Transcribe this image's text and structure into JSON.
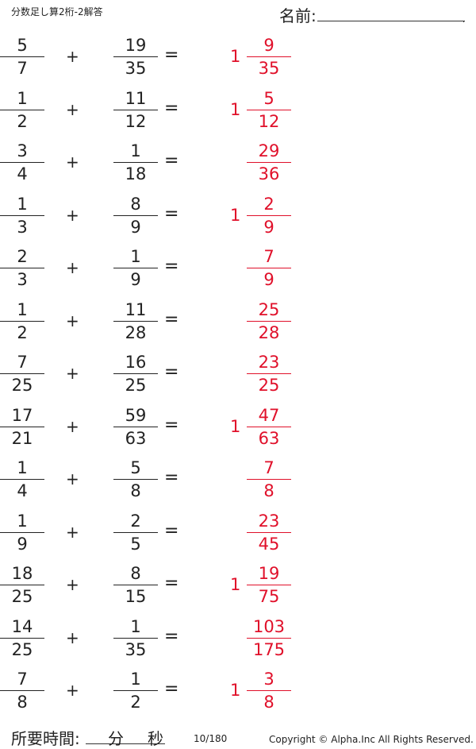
{
  "header": {
    "title": "分数足し算2桁-2解答",
    "name_label": "名前:",
    "name_dot": "."
  },
  "problems": [
    {
      "a_num": "5",
      "a_den": "7",
      "b_num": "19",
      "b_den": "35",
      "whole": "1",
      "r_num": "9",
      "r_den": "35"
    },
    {
      "a_num": "1",
      "a_den": "2",
      "b_num": "11",
      "b_den": "12",
      "whole": "1",
      "r_num": "5",
      "r_den": "12"
    },
    {
      "a_num": "3",
      "a_den": "4",
      "b_num": "1",
      "b_den": "18",
      "whole": "",
      "r_num": "29",
      "r_den": "36"
    },
    {
      "a_num": "1",
      "a_den": "3",
      "b_num": "8",
      "b_den": "9",
      "whole": "1",
      "r_num": "2",
      "r_den": "9"
    },
    {
      "a_num": "2",
      "a_den": "3",
      "b_num": "1",
      "b_den": "9",
      "whole": "",
      "r_num": "7",
      "r_den": "9"
    },
    {
      "a_num": "1",
      "a_den": "2",
      "b_num": "11",
      "b_den": "28",
      "whole": "",
      "r_num": "25",
      "r_den": "28"
    },
    {
      "a_num": "7",
      "a_den": "25",
      "b_num": "16",
      "b_den": "25",
      "whole": "",
      "r_num": "23",
      "r_den": "25"
    },
    {
      "a_num": "17",
      "a_den": "21",
      "b_num": "59",
      "b_den": "63",
      "whole": "1",
      "r_num": "47",
      "r_den": "63"
    },
    {
      "a_num": "1",
      "a_den": "4",
      "b_num": "5",
      "b_den": "8",
      "whole": "",
      "r_num": "7",
      "r_den": "8"
    },
    {
      "a_num": "1",
      "a_den": "9",
      "b_num": "2",
      "b_den": "5",
      "whole": "",
      "r_num": "23",
      "r_den": "45"
    },
    {
      "a_num": "18",
      "a_den": "25",
      "b_num": "8",
      "b_den": "15",
      "whole": "1",
      "r_num": "19",
      "r_den": "75"
    },
    {
      "a_num": "14",
      "a_den": "25",
      "b_num": "1",
      "b_den": "35",
      "whole": "",
      "r_num": "103",
      "r_den": "175"
    },
    {
      "a_num": "7",
      "a_den": "8",
      "b_num": "1",
      "b_den": "2",
      "whole": "1",
      "r_num": "3",
      "r_den": "8"
    }
  ],
  "symbols": {
    "plus": "+",
    "equals": "="
  },
  "footer": {
    "time_label": "所要時間:",
    "minutes_unit": "分",
    "seconds_unit": "秒",
    "page": "10/180",
    "copyright": "Copyright ©  Alpha.Inc All Rights Reserved."
  },
  "colors": {
    "answer": "#e0102a",
    "text": "#222222"
  }
}
